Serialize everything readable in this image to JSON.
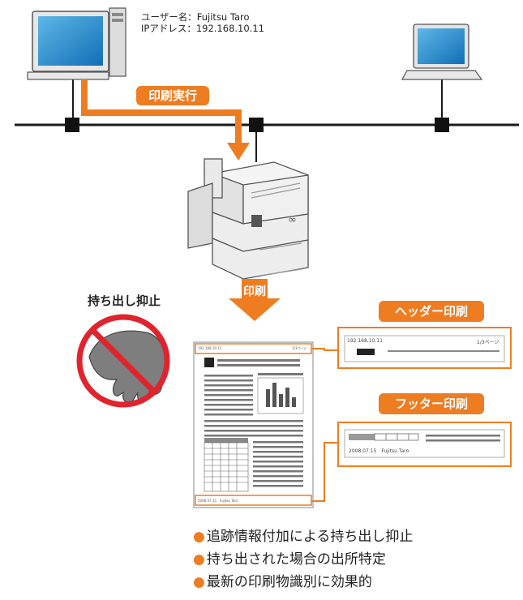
{
  "user_info": {
    "username_line": "ユーザー名：Fujitsu Taro",
    "ip_line": "IPアドレス：192.168.10.11"
  },
  "labels": {
    "print_execute": "印刷実行",
    "print_arrow": "印刷",
    "restrict_title": "持ち出し抑止",
    "header_print": "ヘッダー印刷",
    "footer_print": "フッター印刷"
  },
  "document": {
    "header_ip": "192.168.10.11",
    "header_page": "1/3ページ",
    "footer_text": "2008.07.15　Fujitsu Taro"
  },
  "header_zoom": {
    "ip": "192.168.10.11",
    "page": "1/3ページ"
  },
  "footer_zoom": {
    "text": "2008.07.15　Fujitsu Taro"
  },
  "bullets": [
    "追跡情報付加による持ち出し抑止",
    "持ち出された場合の出所特定",
    "最新の印刷物識別に効果的"
  ],
  "colors": {
    "accent": "#ee7d22",
    "prohibit_red": "#e0242e",
    "network_line": "#1a1a1a"
  }
}
